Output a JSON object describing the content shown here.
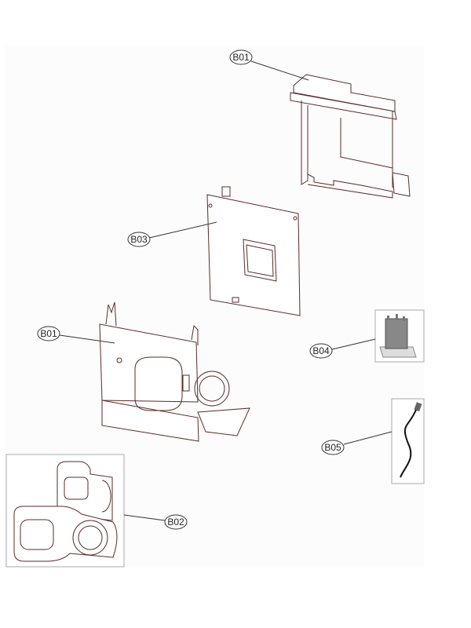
{
  "diagram": {
    "callouts": [
      {
        "id": "b01-top",
        "label": "B01"
      },
      {
        "id": "b03",
        "label": "B03"
      },
      {
        "id": "b01-bottom",
        "label": "B01"
      },
      {
        "id": "b04",
        "label": "B04"
      },
      {
        "id": "b05",
        "label": "B05"
      },
      {
        "id": "b02",
        "label": "B02"
      }
    ]
  }
}
